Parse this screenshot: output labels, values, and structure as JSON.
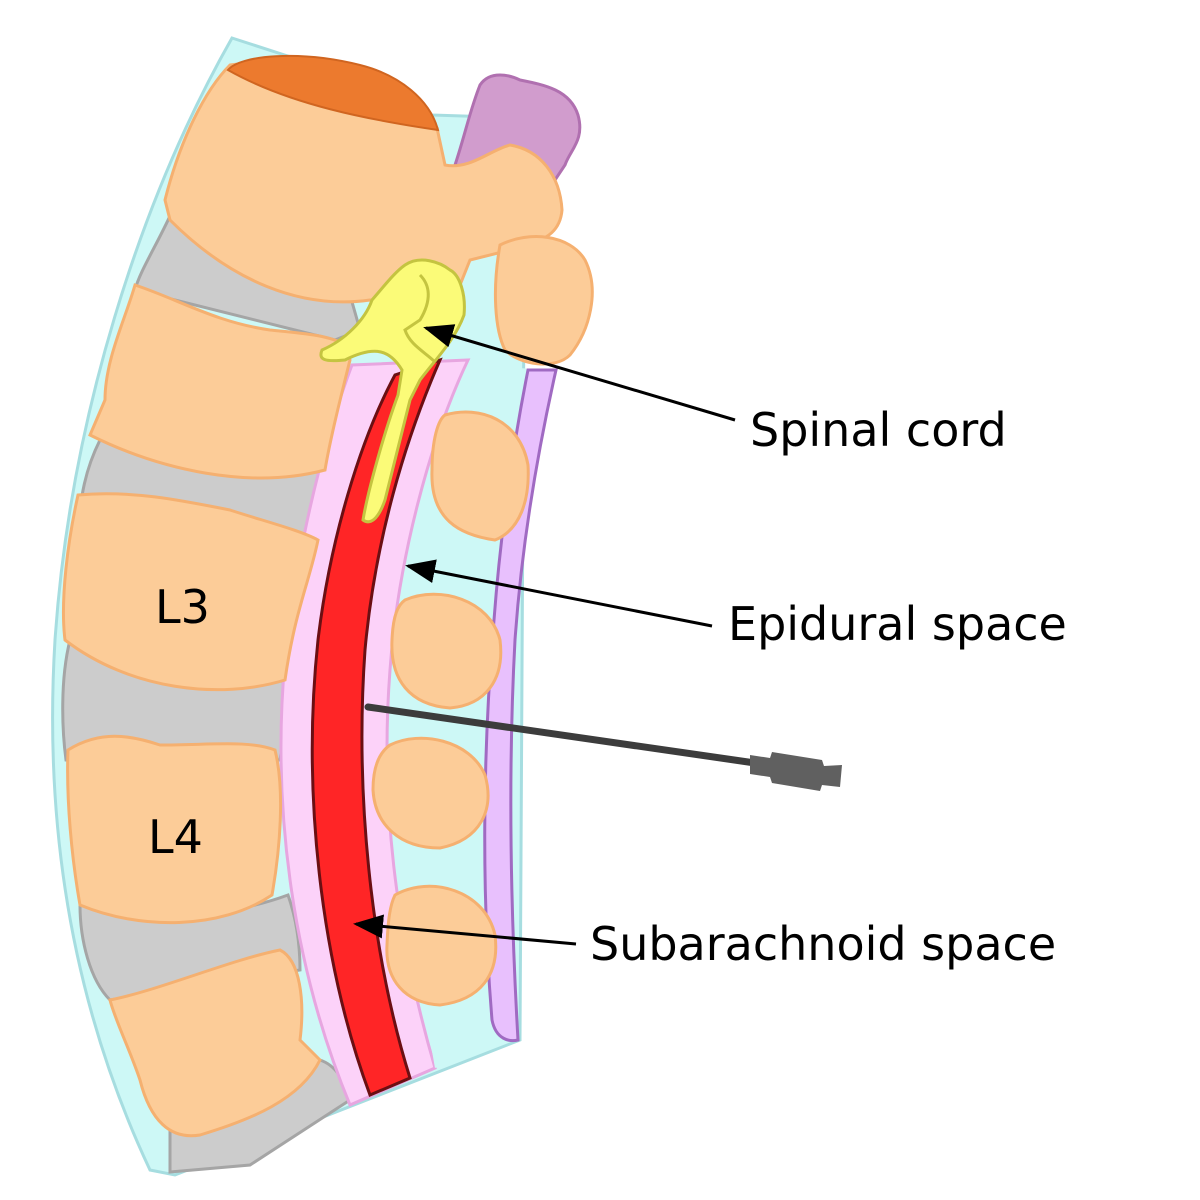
{
  "labels": {
    "spinal_cord": "Spinal cord",
    "epidural_space": "Epidural space",
    "subarachnoid_space": "Subarachnoid space",
    "vertebra_upper": "L3",
    "vertebra_lower": "L4"
  },
  "colors": {
    "background": "#ffffff",
    "ligament_outer": "#cdf8f6",
    "ligament_outer_stroke": "#a6dde0",
    "bone": "#fccc98",
    "bone_stroke": "#f5b070",
    "disc": "#cccccc",
    "disc_stroke": "#a5a5a5",
    "cut_surface": "#ec7a2e",
    "dura": "#fcd2f9",
    "dura_stroke": "#e7a6e0",
    "csf": "#ff2526",
    "csf_stroke": "#6b0f13",
    "nerve": "#fbfb78",
    "nerve_stroke": "#c4c440",
    "supraspinous": "#e8c0fd",
    "supraspinous_stroke": "#a06ac2",
    "spinous_top": "#d19ccd",
    "needle": "#3c3c3c",
    "needle_hub": "#606060",
    "arrow": "#000000"
  }
}
